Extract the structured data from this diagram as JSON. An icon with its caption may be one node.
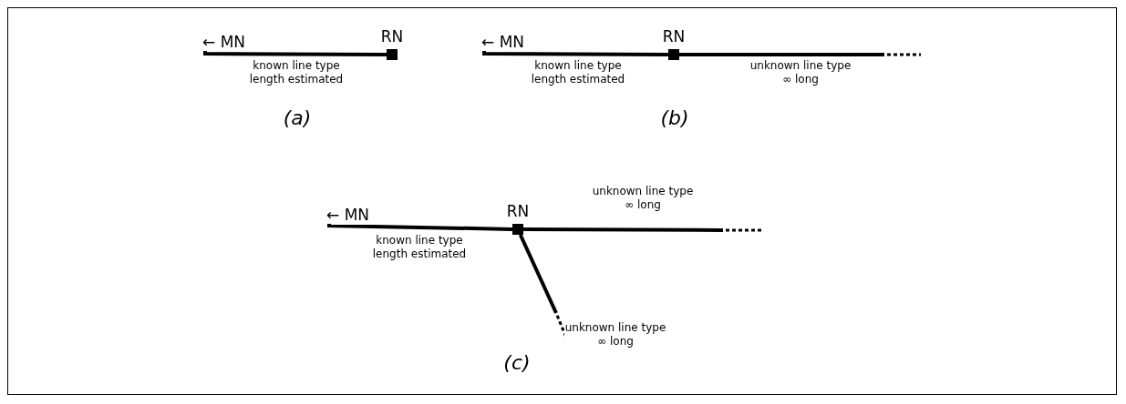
{
  "diagram": {
    "nodes": [
      {
        "text": [
          "← MN"
        ]
      },
      {
        "text": [
          "RN"
        ]
      },
      {
        "text": [
          "← MN"
        ]
      },
      {
        "text": [
          "RN"
        ]
      },
      {
        "text": [
          "← MN"
        ]
      },
      {
        "text": [
          "RN"
        ]
      }
    ],
    "edges": [
      {
        "from": 0,
        "to": 1,
        "arrow": "none",
        "label": "known line type length estimated"
      },
      {
        "from": 2,
        "to": 3,
        "arrow": "none",
        "label": "known line type length estimated"
      },
      {
        "from": 3,
        "to": null,
        "arrow": "none",
        "label": "unknown line type ∞ long"
      },
      {
        "from": 4,
        "to": 5,
        "arrow": "none",
        "label": "known line type length estimated"
      },
      {
        "from": 5,
        "to": null,
        "arrow": "none",
        "label": "unknown line type ∞ long"
      },
      {
        "from": 5,
        "to": null,
        "arrow": "none",
        "label": "unknown line type ∞ long"
      }
    ],
    "labels": [
      "(a)",
      "(b)",
      "(c)"
    ]
  }
}
